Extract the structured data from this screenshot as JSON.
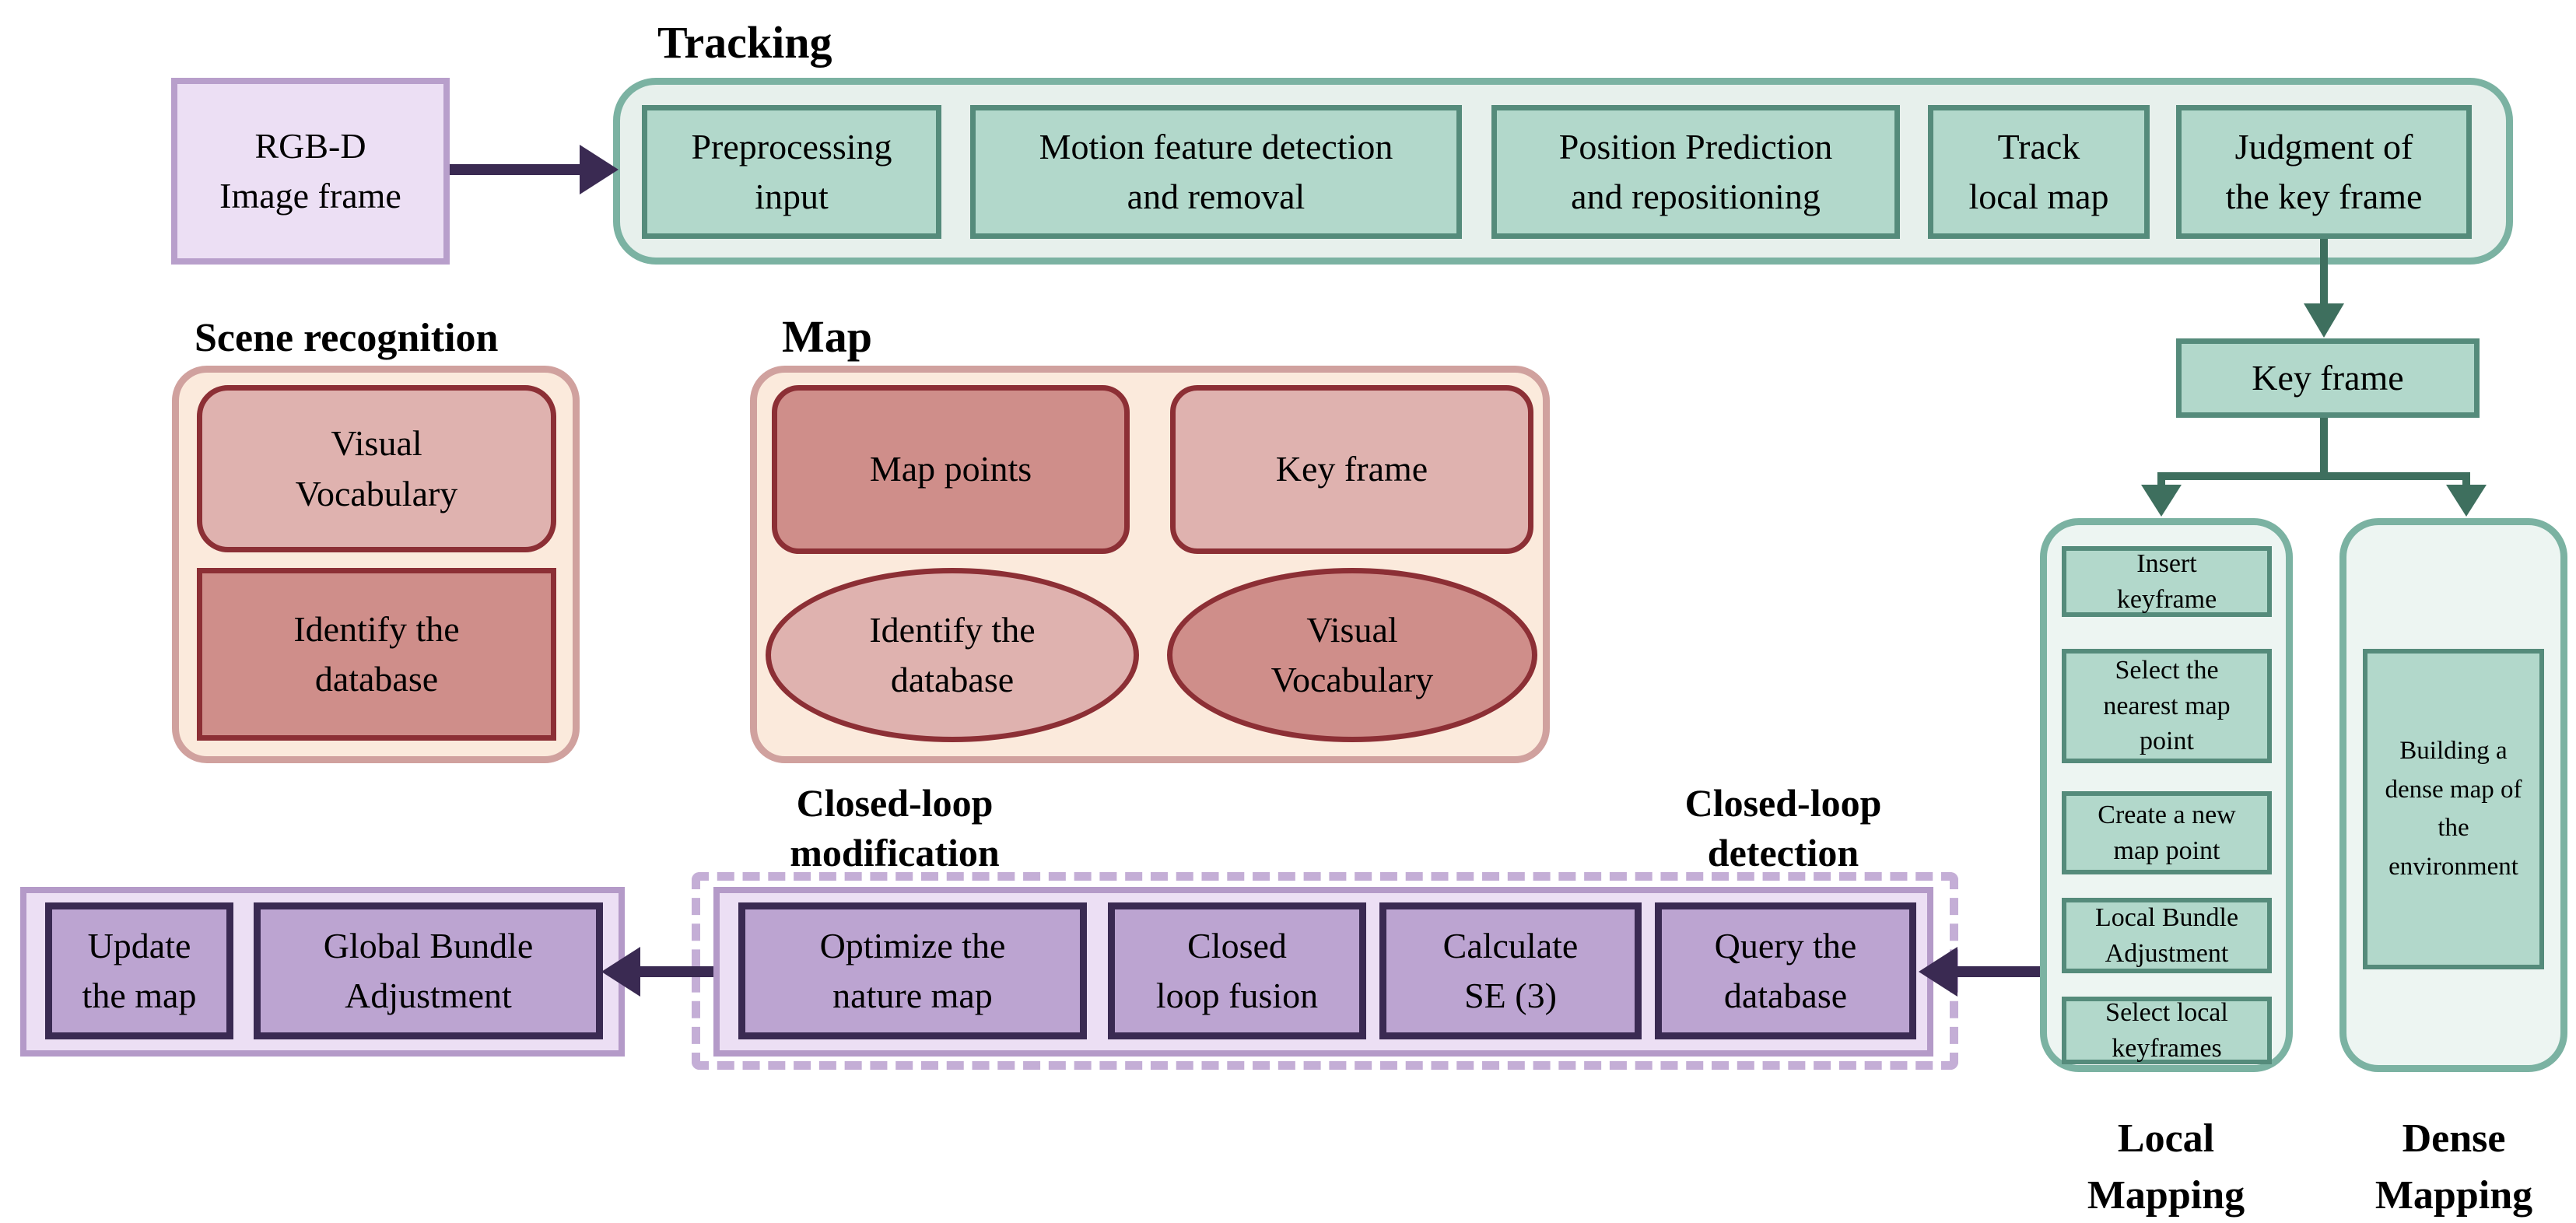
{
  "colors": {
    "green_panel_fill": "#e7f0ec",
    "green_panel_border": "#7bb2a2",
    "green_box_fill": "#b2d8cb",
    "green_box_border": "#558b7b",
    "green_arrow": "#3e6f5e",
    "lavender_box_fill": "#ecdff4",
    "lavender_box_border": "#b89fcb",
    "purple_arrow": "#3a2a52",
    "purple_box_fill": "#bca4d1",
    "purple_box_border": "#3a2a52",
    "purple_panel_fill": "#ecdff4",
    "purple_panel_border": "#b49ac8",
    "dashed_border": "#c4aed6",
    "cream_panel_fill": "#fbeadc",
    "cream_panel_border": "#d0a19e",
    "rose_dark_fill": "#cf8e8a",
    "rose_light_fill": "#dfb2af",
    "rose_border": "#8c2f35"
  },
  "input": {
    "rgbd_label": "RGB-D\nImage frame"
  },
  "tracking": {
    "title": "Tracking",
    "steps": [
      {
        "label": "Preprocessing\ninput"
      },
      {
        "label": "Motion feature detection\nand removal"
      },
      {
        "label": "Position Prediction\nand repositioning"
      },
      {
        "label": "Track\nlocal map"
      },
      {
        "label": "Judgment of\nthe key frame"
      }
    ]
  },
  "keyframe": {
    "label": "Key frame"
  },
  "scene_recognition": {
    "title": "Scene recognition",
    "items": [
      {
        "label": "Visual\nVocabulary"
      },
      {
        "label": "Identify the\ndatabase"
      }
    ]
  },
  "map": {
    "title": "Map",
    "boxes": [
      {
        "label": "Map points"
      },
      {
        "label": "Key frame"
      }
    ],
    "ellipses": [
      {
        "label": "Identify the\ndatabase"
      },
      {
        "label": "Visual\nVocabulary"
      }
    ]
  },
  "closed_loop": {
    "modification_title": "Closed-loop\nmodification",
    "detection_title": "Closed-loop\ndetection",
    "steps": [
      {
        "label": "Optimize the\nnature map"
      },
      {
        "label": "Closed\nloop fusion"
      },
      {
        "label": "Calculate\nSE (3)"
      },
      {
        "label": "Query the\ndatabase"
      }
    ]
  },
  "global_update": {
    "steps": [
      {
        "label": "Update\nthe map"
      },
      {
        "label": "Global Bundle\nAdjustment"
      }
    ]
  },
  "local_mapping": {
    "title": "Local\nMapping",
    "steps": [
      {
        "label": "Insert\nkeyframe"
      },
      {
        "label": "Select the\nnearest map\npoint"
      },
      {
        "label": "Create a new\nmap point"
      },
      {
        "label": "Local Bundle\nAdjustment"
      },
      {
        "label": "Select local\nkeyframes"
      }
    ]
  },
  "dense_mapping": {
    "title": "Dense\nMapping",
    "box_label": "Building a\ndense map of\nthe\nenvironment"
  }
}
